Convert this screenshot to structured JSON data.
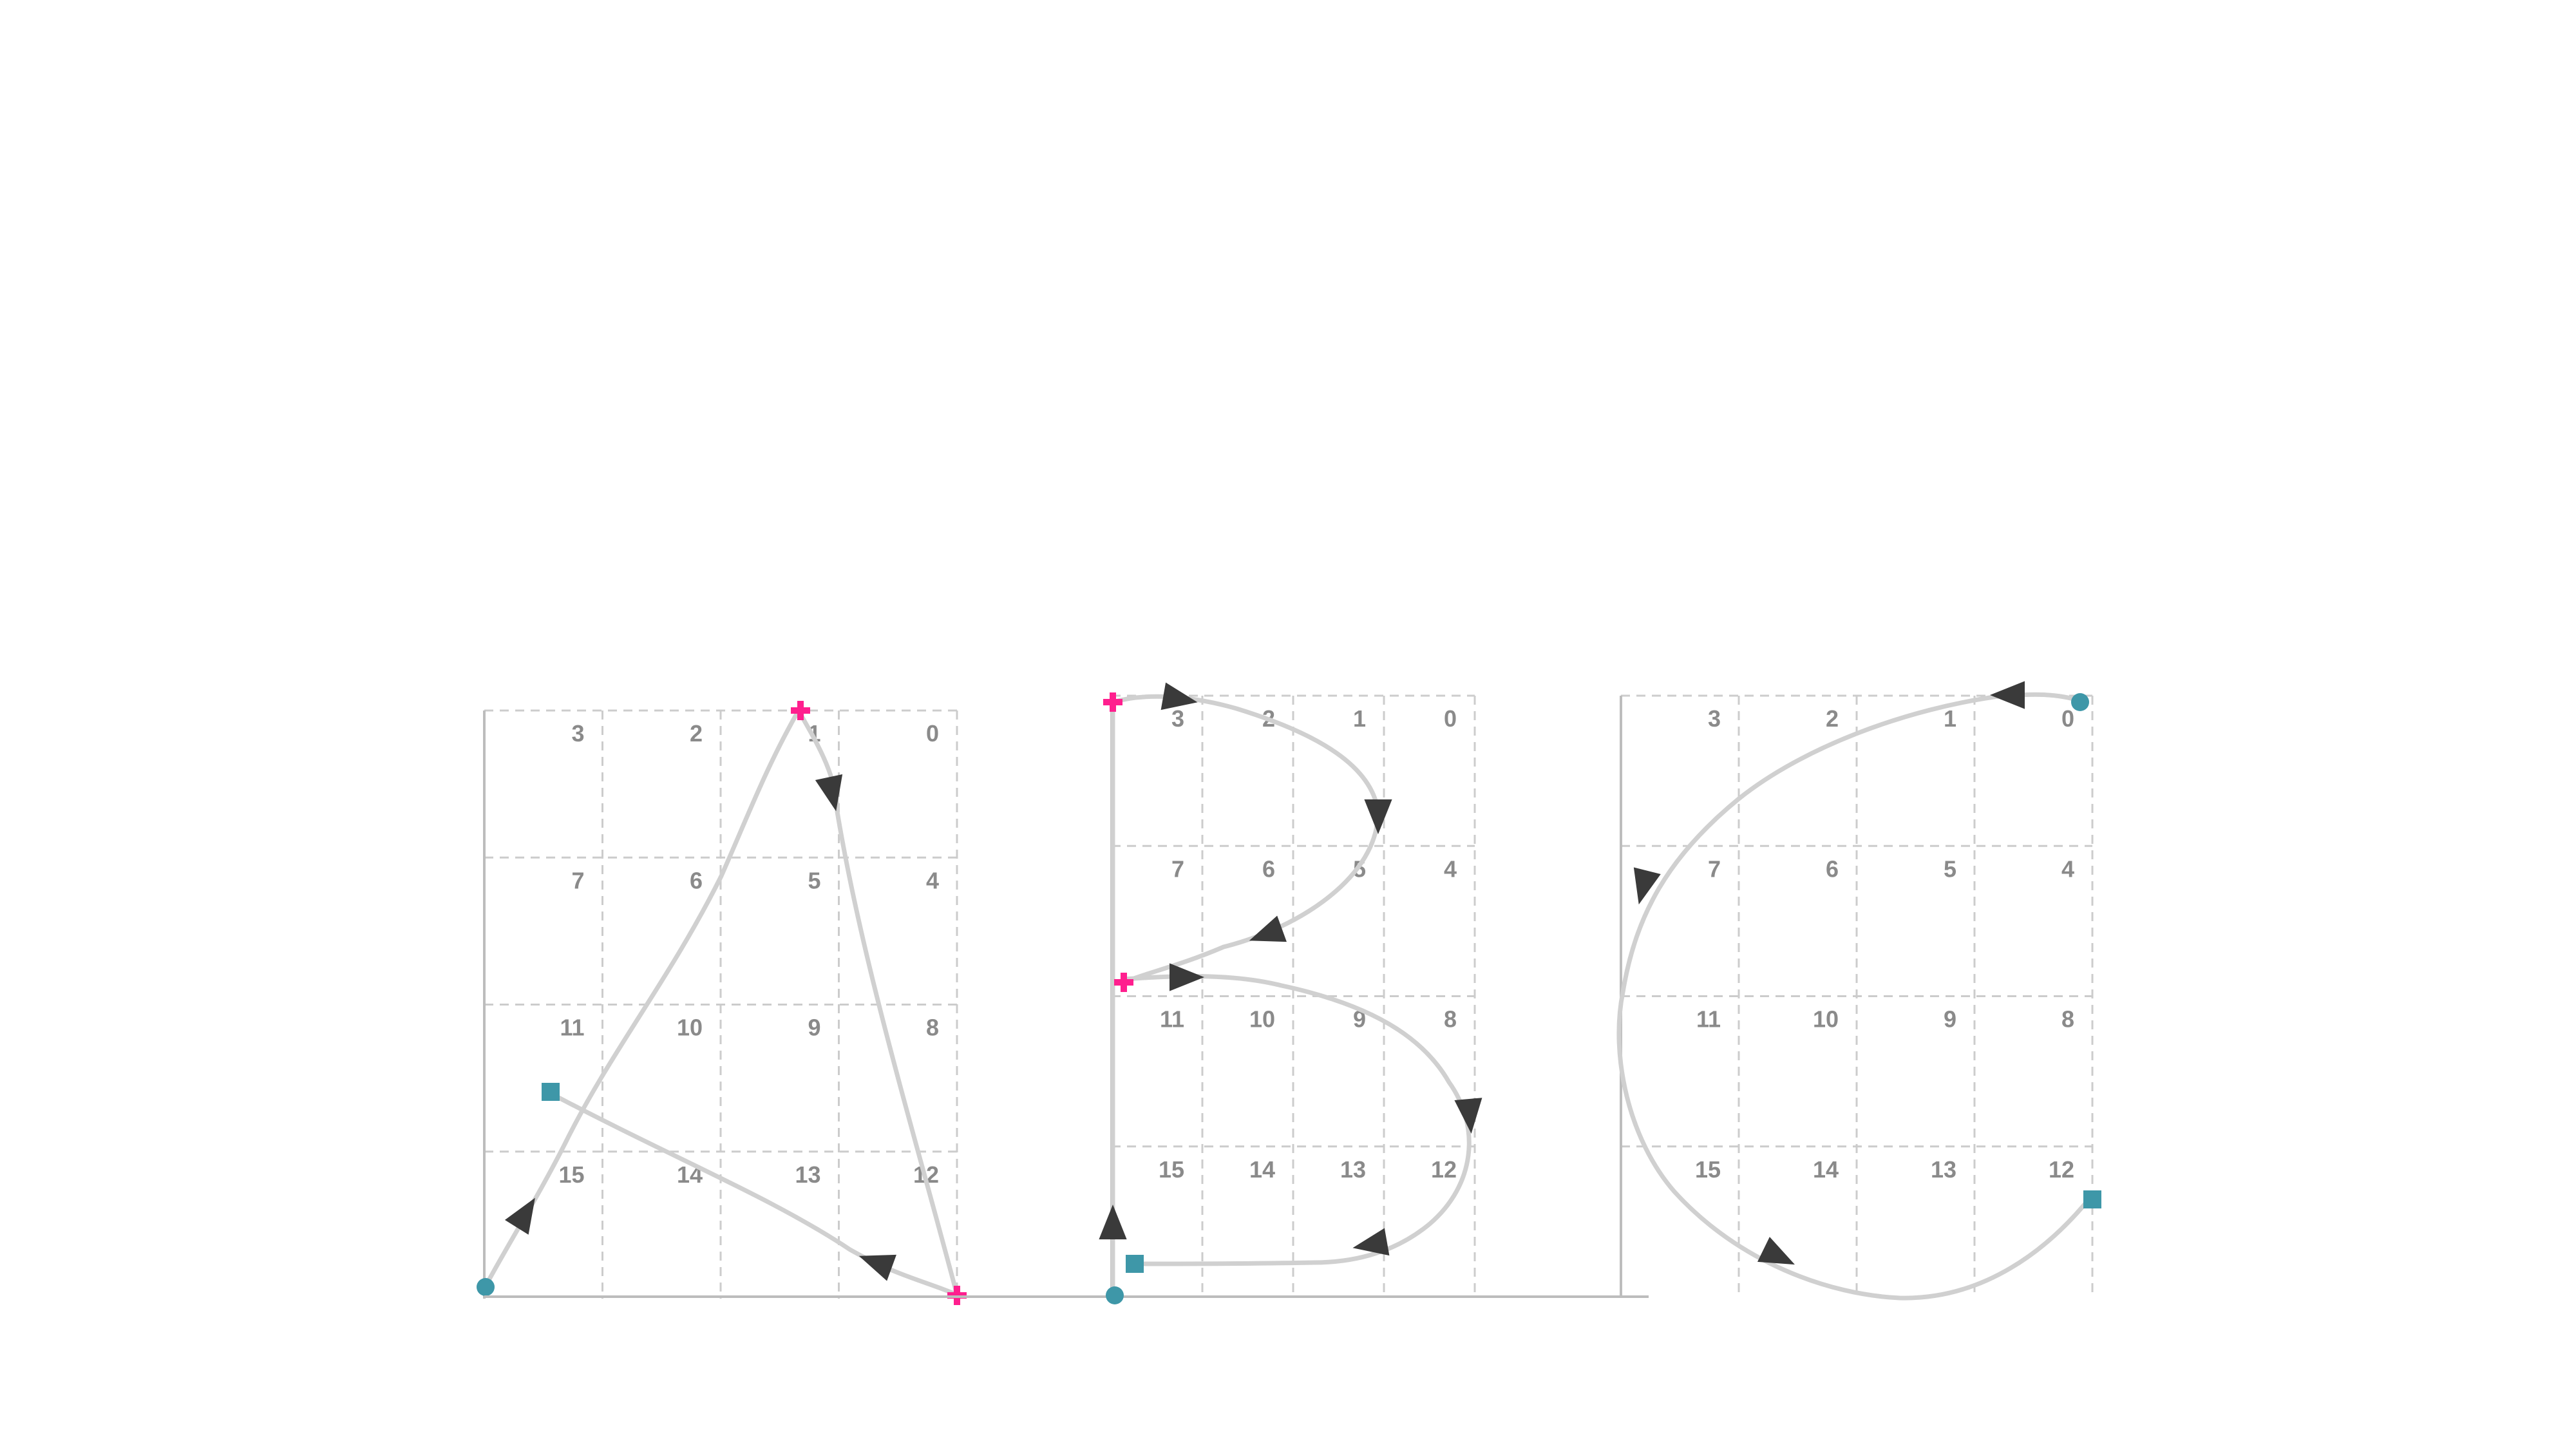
{
  "colors": {
    "grid": "#cccccc",
    "stroke": "#d0d0d0",
    "arrow": "#3a3a3a",
    "start_marker": "#3e97a8",
    "end_marker": "#3e97a8",
    "pen_lift_marker": "#ff1f8e",
    "cell_label": "#8a8a8a"
  },
  "cell_label_rows": [
    [
      "3",
      "2",
      "1",
      "0"
    ],
    [
      "7",
      "6",
      "5",
      "4"
    ],
    [
      "11",
      "10",
      "9",
      "8"
    ],
    [
      "15",
      "14",
      "13",
      "12"
    ]
  ],
  "glyphs": [
    {
      "id": "A",
      "start_marker": "circle-marker",
      "end_marker": "square-marker",
      "pen_lift_marker": "plus-marker"
    },
    {
      "id": "B",
      "start_marker": "circle-marker",
      "end_marker": "square-marker",
      "pen_lift_marker": "plus-marker"
    },
    {
      "id": "C",
      "start_marker": "circle-marker",
      "end_marker": "square-marker",
      "pen_lift_marker": "none"
    }
  ]
}
